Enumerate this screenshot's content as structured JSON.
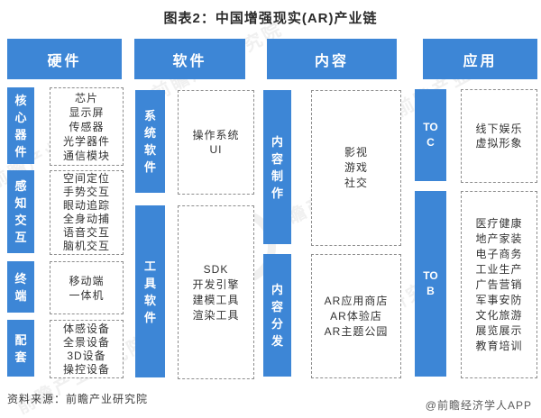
{
  "title": "图表2：中国增强现实(AR)产业链",
  "columns": [
    {
      "header": "硬件",
      "sections": [
        {
          "label": "核心器件",
          "items": [
            "芯片",
            "显示屏",
            "传感器",
            "光学器件",
            "通信模块"
          ]
        },
        {
          "label": "感知交互",
          "items": [
            "空间定位",
            "手势交互",
            "眼动追踪",
            "全身动捕",
            "语音交互",
            "脑机交互"
          ]
        },
        {
          "label": "终端",
          "items": [
            "移动端",
            "一体机"
          ]
        },
        {
          "label": "配套",
          "items": [
            "体感设备",
            "全景设备",
            "3D设备",
            "操控设备"
          ]
        }
      ]
    },
    {
      "header": "软件",
      "sections": [
        {
          "label": "系统软件",
          "items": [
            "操作系统",
            "UI"
          ]
        },
        {
          "label": "工具软件",
          "items": [
            "SDK",
            "开发引擎",
            "建模工具",
            "渲染工具"
          ]
        }
      ]
    },
    {
      "header": "内容",
      "sections": [
        {
          "label": "内容制作",
          "items": [
            "影视",
            "游戏",
            "社交"
          ]
        },
        {
          "label": "内容分发",
          "items": [
            "AR应用商店",
            "AR体验店",
            "AR主题公园"
          ]
        }
      ]
    },
    {
      "header": "应用",
      "sections": [
        {
          "label": "TO C",
          "items": [
            "线下娱乐",
            "虚拟形象"
          ]
        },
        {
          "label": "TO B",
          "items": [
            "医疗健康",
            "地产家装",
            "电子商务",
            "工业生产",
            "广告营销",
            "军事安防",
            "文化旅游",
            "展览展示",
            "教育培训"
          ]
        }
      ]
    }
  ],
  "footer": {
    "source": "资料来源：前瞻产业研究院",
    "attribution": "@前瞻经济学人APP"
  },
  "watermark": "前瞻产业研究院",
  "colors": {
    "accent_blue": "#3d86d6",
    "text_dark": "#333333",
    "dash_border": "#8d8d8d"
  }
}
